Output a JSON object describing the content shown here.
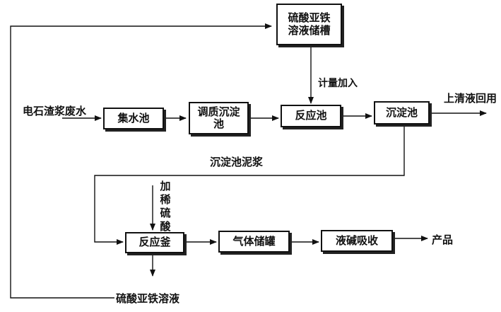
{
  "boxes": {
    "ferrous_tank": "硫酸亚铁溶液储槽",
    "collection_pool": "集水池",
    "conditioning_pool": "调质沉淀池",
    "reactor_pool": "反应池",
    "sediment_pool": "沉淀池",
    "reaction_kettle": "反应釜",
    "gas_tank": "气体储罐",
    "alkali_absorb": "液碱吸收"
  },
  "labels": {
    "wastewater_input": "电石渣浆废水",
    "metered_add": "计量加入",
    "clear_recycle": "上清液回用",
    "sludge": "沉淀池泥浆",
    "dilute_acid": "加稀硫酸",
    "product": "产品",
    "ferrous_solution": "硫酸亚铁溶液"
  }
}
